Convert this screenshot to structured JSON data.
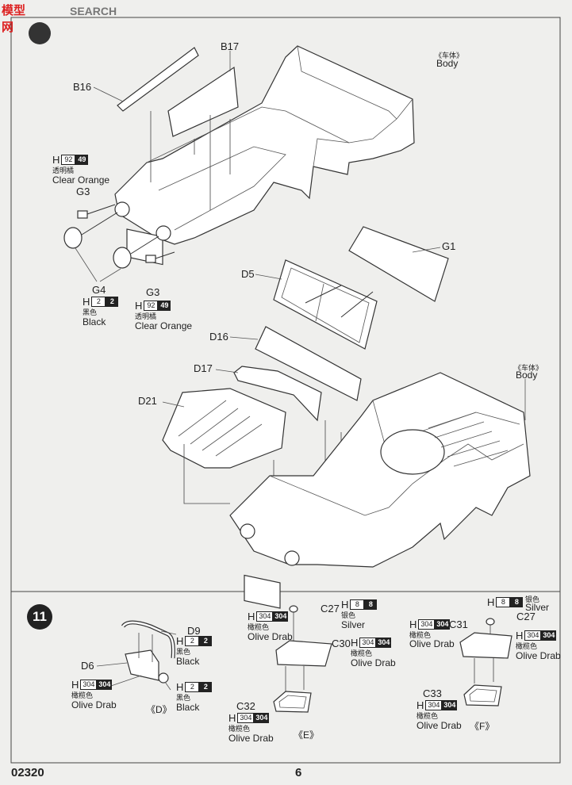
{
  "watermark": {
    "brand": "SEARCH",
    "logo_text": "模型网"
  },
  "footer": {
    "catalog": "02320",
    "page": "6"
  },
  "step": {
    "number": "11"
  },
  "labels": {
    "body_top_cn": "《车体》",
    "body_top_en": "Body",
    "body_mid_cn": "《车体》",
    "body_mid_en": "Body",
    "B16": "B16",
    "B17": "B17",
    "G3a": "G3",
    "G3b": "G3",
    "G4": "G4",
    "G1": "G1",
    "D5": "D5",
    "D16": "D16",
    "D17": "D17",
    "D21": "D21",
    "D9": "D9",
    "D6": "D6",
    "C27a": "C27",
    "C30": "C30",
    "C32": "C32",
    "C31": "C31",
    "C27b": "C27",
    "C33": "C33",
    "group_D": "《D》",
    "group_E": "《E》",
    "group_F": "《F》"
  },
  "paints": {
    "orange1": {
      "h": "H",
      "code1": "92",
      "code2": "49",
      "cn": "透明橘",
      "en": "Clear Orange"
    },
    "black1": {
      "h": "H",
      "code1": "2",
      "code2": "2",
      "cn": "黑色",
      "en": "Black"
    },
    "orange2": {
      "h": "H",
      "code1": "92",
      "code2": "49",
      "cn": "透明橘",
      "en": "Clear Orange"
    },
    "d9": {
      "h": "H",
      "code1": "2",
      "code2": "2",
      "cn": "黑色",
      "en": "Black"
    },
    "d6olive": {
      "h": "H",
      "code1": "304",
      "code2": "304",
      "cn": "橄榄色",
      "en": "Olive Drab"
    },
    "d6black": {
      "h": "H",
      "code1": "2",
      "code2": "2",
      "cn": "黑色",
      "en": "Black"
    },
    "e_olive": {
      "h": "H",
      "code1": "304",
      "code2": "304",
      "cn": "橄榄色",
      "en": "Olive Drab"
    },
    "c27silver": {
      "h": "H",
      "code1": "8",
      "code2": "8",
      "cn": "银色",
      "en": "Silver"
    },
    "c30": {
      "h": "H",
      "code1": "304",
      "code2": "304",
      "cn": "橄榄色",
      "en": "Olive Drab"
    },
    "c32": {
      "h": "H",
      "code1": "304",
      "code2": "304",
      "cn": "橄榄色",
      "en": "Olive Drab"
    },
    "f_silver": {
      "h": "H",
      "code1": "8",
      "code2": "8",
      "cn": "银色",
      "en": "Silver"
    },
    "c31": {
      "h": "H",
      "code1": "304",
      "code2": "304",
      "cn": "橄榄色",
      "en": "Olive Drab"
    },
    "c27olive": {
      "h": "H",
      "code1": "304",
      "code2": "304",
      "cn": "橄榄色",
      "en": "Olive Drab"
    },
    "c33": {
      "h": "H",
      "code1": "304",
      "code2": "304",
      "cn": "橄榄色",
      "en": "Olive Drab"
    }
  }
}
